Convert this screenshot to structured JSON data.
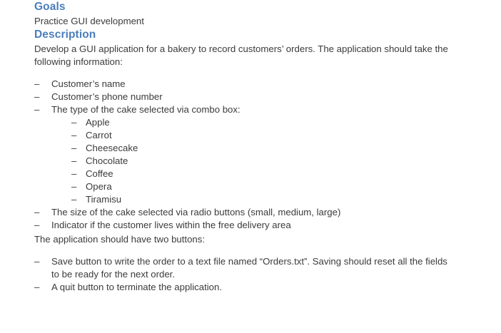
{
  "theme": {
    "heading_color": "#4a7ebb",
    "body_color": "#3b3b3b",
    "background": "#ffffff"
  },
  "document": {
    "sections": [
      {
        "id": "goals",
        "heading": "Goals",
        "paragraph": "Practice GUI development"
      },
      {
        "id": "description",
        "heading": "Description",
        "intro": "Develop a GUI application for a bakery to record customers’ orders. The application should take the following information:",
        "requirements": [
          {
            "text": "Customer’s name"
          },
          {
            "text": "Customer’s phone number"
          },
          {
            "text": "The type of the cake selected via combo box:",
            "sub_items": [
              "Apple",
              "Carrot",
              "Cheesecake",
              "Chocolate",
              "Coffee",
              "Opera",
              "Tiramisu"
            ]
          },
          {
            "text": "The size of the cake selected via radio buttons (small, medium, large)"
          },
          {
            "text": "Indicator if the customer lives within the free delivery area"
          }
        ],
        "buttons_intro": "The application should have two buttons:",
        "button_requirements": [
          "Save button to write the order to a text file named “Orders.txt”. Saving should reset all the fields to be ready for the next order.",
          "A quit button to terminate the application."
        ]
      }
    ],
    "bullet_glyph": "–"
  }
}
